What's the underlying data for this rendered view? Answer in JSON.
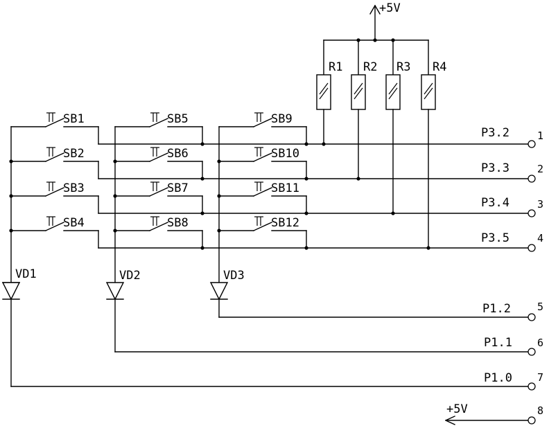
{
  "supply": {
    "top": "+5V",
    "bottom": "+5V"
  },
  "switches": [
    "SB1",
    "SB2",
    "SB3",
    "SB4",
    "SB5",
    "SB6",
    "SB7",
    "SB8",
    "SB9",
    "SB10",
    "SB11",
    "SB12"
  ],
  "resistors": [
    "R1",
    "R2",
    "R3",
    "R4"
  ],
  "diodes": [
    "VD1",
    "VD2",
    "VD3"
  ],
  "ports": [
    {
      "name": "P3.2",
      "pin": "1"
    },
    {
      "name": "P3.3",
      "pin": "2"
    },
    {
      "name": "P3.4",
      "pin": "3"
    },
    {
      "name": "P3.5",
      "pin": "4"
    },
    {
      "name": "P1.2",
      "pin": "5"
    },
    {
      "name": "P1.1",
      "pin": "6"
    },
    {
      "name": "P1.0",
      "pin": "7"
    }
  ],
  "supply_pin": "8"
}
